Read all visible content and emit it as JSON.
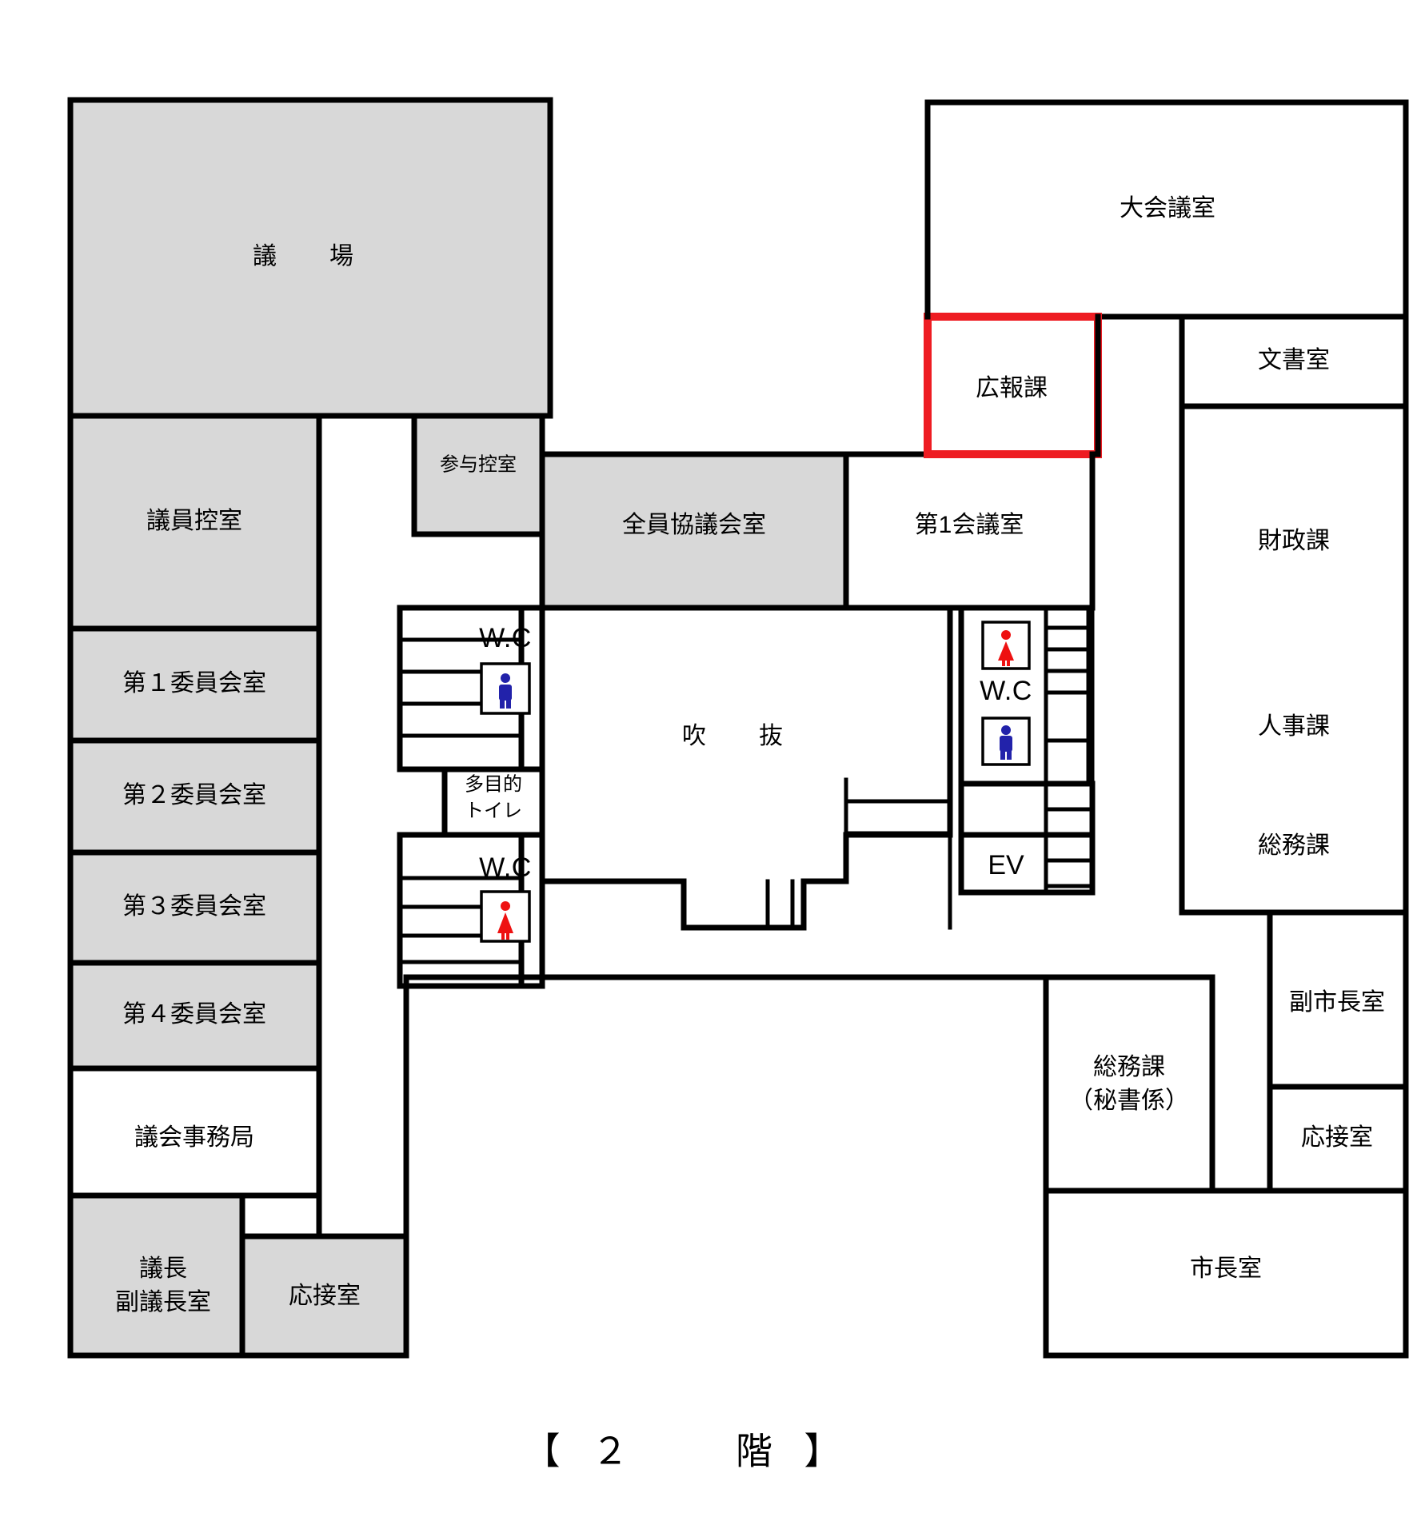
{
  "document": {
    "kind": "floor-plan",
    "floor_title": "【 ２　　階 】",
    "legend_colors": {
      "shaded_room_fill": "#d8d8d8",
      "plain_room_fill": "#ffffff",
      "wall_stroke": "#000000",
      "highlight_stroke": "#ee1c22",
      "male_icon": "#2222aa",
      "female_icon": "#ee1111"
    }
  },
  "rooms": {
    "assembly_hall": "議　場",
    "member_lounge": "議員控室",
    "committee_1": "第１委員会室",
    "committee_2": "第２委員会室",
    "committee_3": "第３委員会室",
    "committee_4": "第４委員会室",
    "assembly_secretariat": "議会事務局",
    "chair_vicechair": "議長\n副議長室",
    "chair_reception": "応接室",
    "advisor_lounge": "参与控室",
    "plenary_council": "全員協議会室",
    "meeting_room_1": "第1会議室",
    "atrium": "吹　抜",
    "large_meeting": "大会議室",
    "public_relations": "広報課",
    "document_room": "文書室",
    "finance_div": "財政課",
    "personnel_div": "人事課",
    "general_affairs_div": "総務課",
    "general_affairs_secretary": "総務課\n（秘書係）",
    "vice_mayor": "副市長室",
    "mayor_reception": "応接室",
    "mayor": "市長室"
  },
  "facilities": {
    "wc": "W.C",
    "multipurpose_toilet": "多目的\nトイレ",
    "elevator": "EV"
  },
  "icons": {
    "male": "male-restroom-icon",
    "female": "female-restroom-icon",
    "stairs": "stairs-icon"
  },
  "highlight": {
    "target_room": "広報課",
    "color": "#ee1c22"
  }
}
